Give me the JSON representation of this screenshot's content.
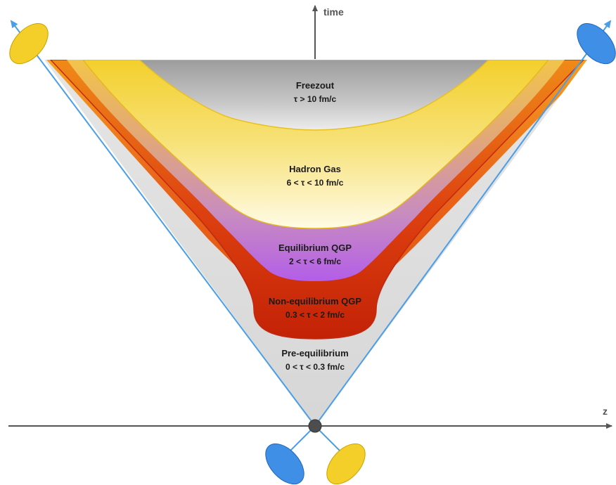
{
  "axes": {
    "vertical_label": "time",
    "horizontal_label": "z"
  },
  "regions": [
    {
      "key": "freezout",
      "name": "Freezout",
      "range": "τ > 10 fm/c"
    },
    {
      "key": "hadron",
      "name": "Hadron Gas",
      "range": "6 < τ < 10 fm/c"
    },
    {
      "key": "eqgp",
      "name": "Equilibrium QGP",
      "range": "2 < τ < 6 fm/c"
    },
    {
      "key": "neqgp",
      "name": "Non-equilibrium QGP",
      "range": "0.3 < τ < 2 fm/c"
    },
    {
      "key": "pre",
      "name": "Pre-equilibrium",
      "range": "0 < τ < 0.3 fm/c"
    }
  ],
  "colors": {
    "freezout": "#a8a8a8",
    "hadron_gas": "#f5d13a",
    "equilibrium_qgp": "#b86fe0",
    "non_equilibrium_qgp": "#cc2a08",
    "pre_equilibrium": "#dedede",
    "outer_band": "#ec7a1a",
    "light_cone": "#4a9ee8",
    "nucleus_yellow": "#f4cf2a",
    "nucleus_blue": "#3f8fe6",
    "axis": "#555555"
  }
}
